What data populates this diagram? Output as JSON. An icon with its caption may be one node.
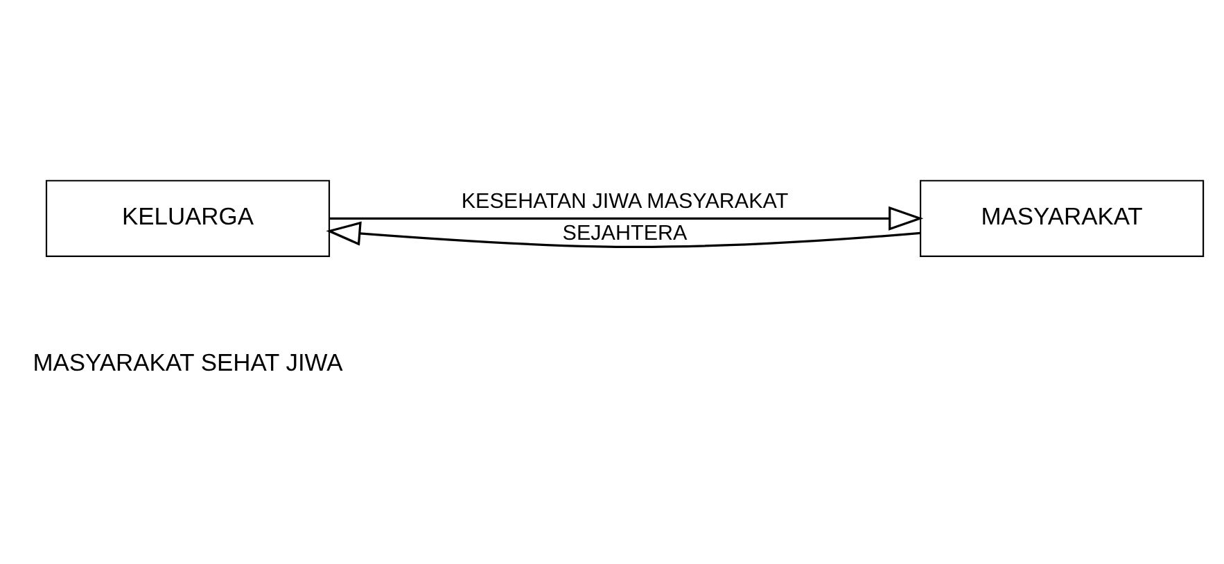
{
  "diagram": {
    "nodes": [
      {
        "text": [
          "KELUARGA"
        ]
      },
      {
        "text": [
          "MASYARAKAT"
        ]
      }
    ],
    "edges": [
      {
        "from": 0,
        "to": 1,
        "arrow": "to",
        "label": "KESEHATAN JIWA MASYARAKAT"
      },
      {
        "from": 1,
        "to": 0,
        "arrow": "to",
        "label": "SEJAHTERA"
      }
    ],
    "labels": [
      "MASYARAKAT SEHAT JIWA"
    ]
  }
}
